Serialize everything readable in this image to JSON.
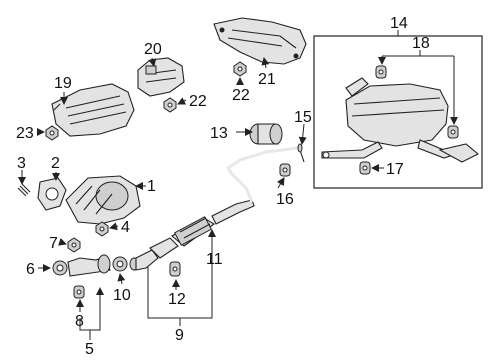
{
  "diagram": {
    "labels": {
      "l1": "1",
      "l2": "2",
      "l3": "3",
      "l4": "4",
      "l5": "5",
      "l6": "6",
      "l7": "7",
      "l8": "8",
      "l9": "9",
      "l10": "10",
      "l11": "11",
      "l12": "12",
      "l13": "13",
      "l14": "14",
      "l15": "15",
      "l16": "16",
      "l17": "17",
      "l18": "18",
      "l19": "19",
      "l20": "20",
      "l21": "21",
      "l22": "22",
      "l23": "23"
    }
  }
}
